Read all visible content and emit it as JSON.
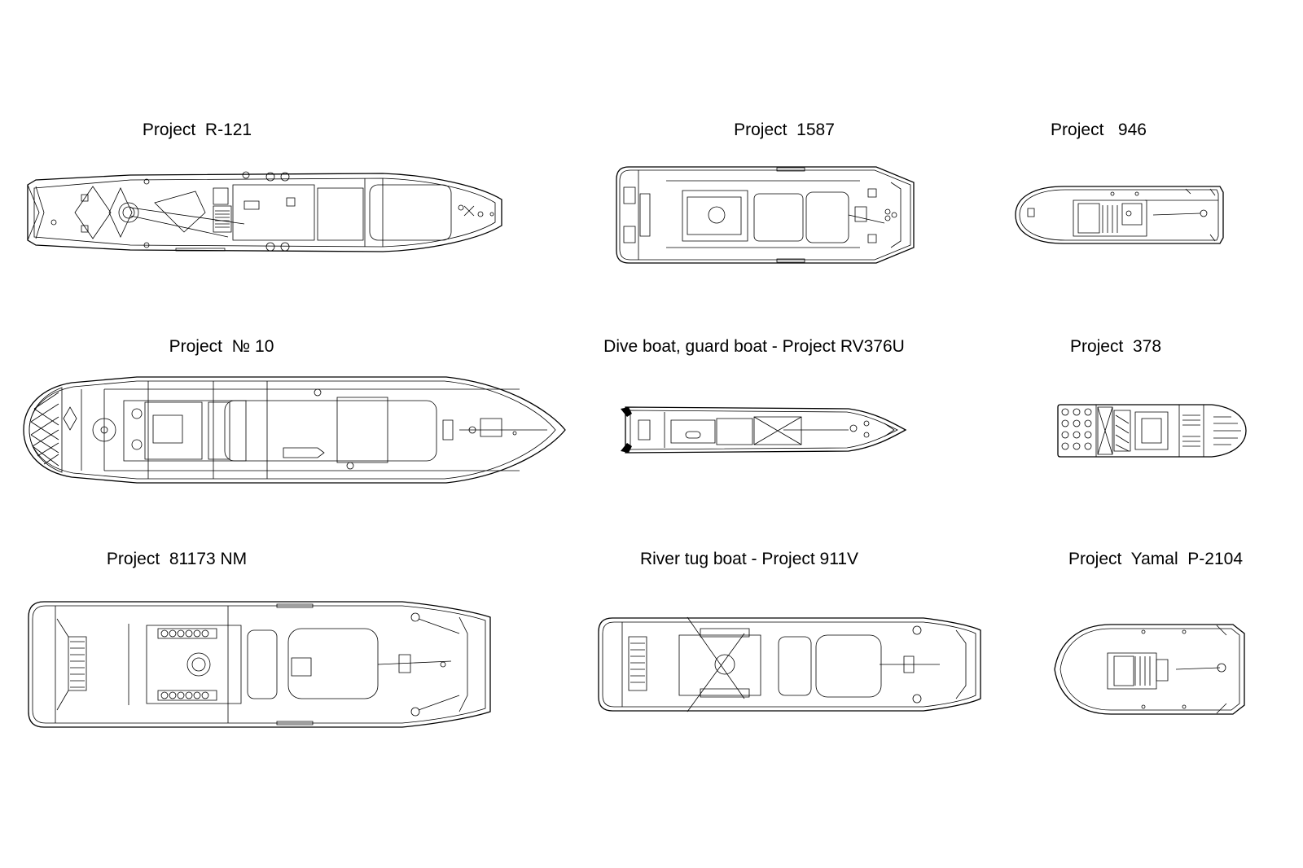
{
  "drawings": [
    {
      "id": "r121",
      "label": "Project  R-121"
    },
    {
      "id": "p1587",
      "label": "Project  1587"
    },
    {
      "id": "p946",
      "label": "Project   946"
    },
    {
      "id": "p10",
      "label": "Project  № 10"
    },
    {
      "id": "rv376u",
      "label": "Dive boat, guard boat - Project RV376U"
    },
    {
      "id": "p378",
      "label": "Project  378"
    },
    {
      "id": "p81173",
      "label": "Project  81173 NM"
    },
    {
      "id": "p911v",
      "label": "River tug boat - Project 911V"
    },
    {
      "id": "yamal",
      "label": "Project  Yamal  P-2104"
    }
  ],
  "colors": {
    "line": "#000000",
    "background": "#ffffff"
  }
}
